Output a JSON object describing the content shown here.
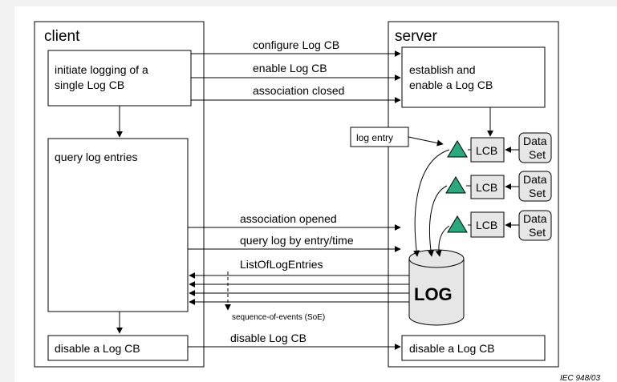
{
  "client": {
    "title": "client",
    "initiate_line1": "initiate logging of a",
    "initiate_line2": "single Log CB",
    "query": "query log entries",
    "disable": "disable a Log CB"
  },
  "server": {
    "title": "server",
    "establish_line1": "establish and",
    "establish_line2": "enable a Log CB",
    "disable": "disable a Log CB",
    "log_entry": "log entry",
    "lcb": "LCB",
    "dataset_line1": "Data",
    "dataset_line2": "Set",
    "log": "LOG"
  },
  "messages": {
    "configure": "configure Log CB",
    "enable": "enable Log CB",
    "closed": "association closed",
    "opened": "association opened",
    "query": "query log by entry/time",
    "list": "ListOfLogEntries",
    "soe": "sequence-of-events (SoE)",
    "disable": "disable Log CB"
  },
  "footer": "IEC   948/03",
  "colors": {
    "triangle": "#2aa97f",
    "lcb_fill": "#e6e6e6",
    "line": "#000000"
  }
}
